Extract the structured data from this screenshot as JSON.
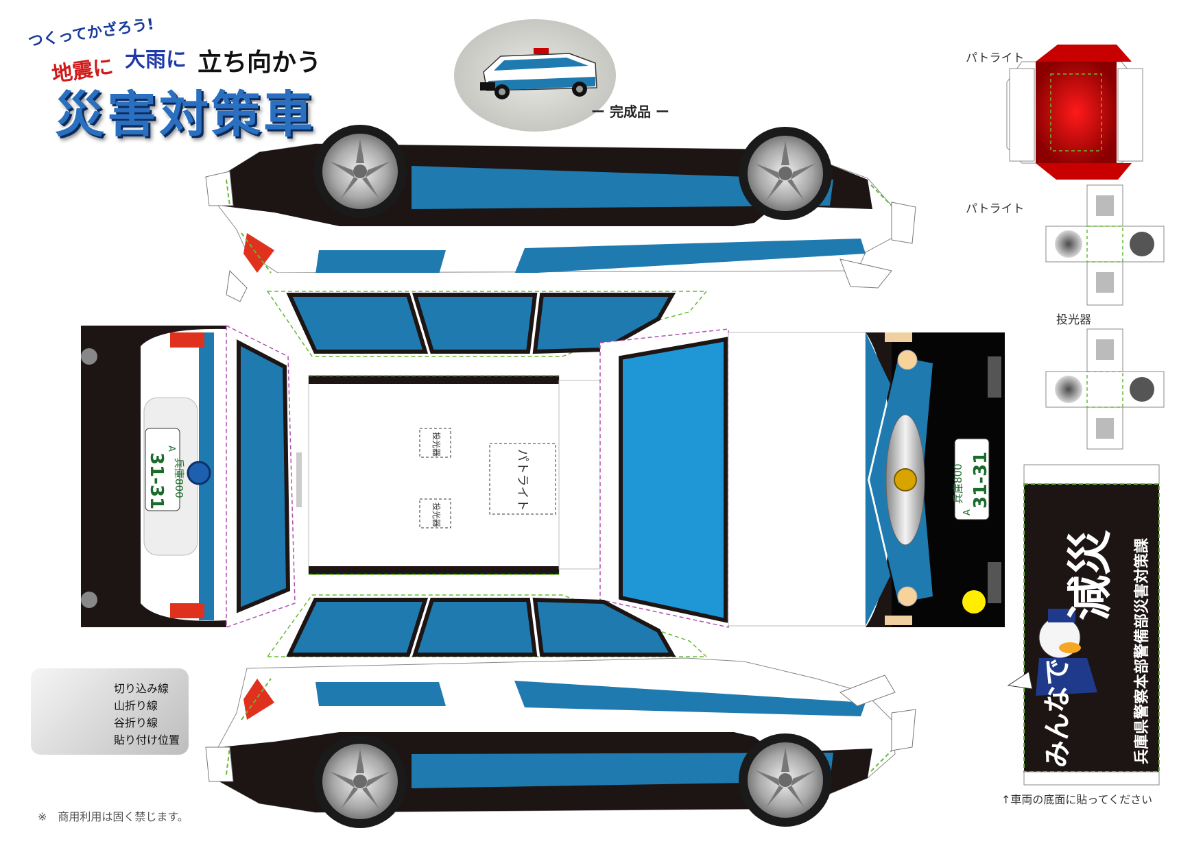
{
  "title": {
    "top_line": "つくってかざろう!",
    "badge_1": "地震に",
    "badge_2": "大雨に",
    "badge_3": "立ち向かう",
    "main": "災害対策車"
  },
  "photo_caption": "ー 完成品 ー",
  "parts": {
    "patlight_label_1": "パトライト",
    "patlight_label_2": "パトライト",
    "floodlight_label": "投光器",
    "roof_patlight_mark": "パトライト",
    "roof_floodlight_mark_1": "投光器",
    "roof_floodlight_mark_2": "投光器"
  },
  "plates": {
    "rear": {
      "pref": "兵庫800",
      "cls": "A",
      "num": "31-31"
    },
    "front": {
      "pref": "兵庫800",
      "cls": "A",
      "num": "31-31"
    }
  },
  "banner": {
    "slogan_1": "みんなで",
    "slogan_2": "減災",
    "org": "兵庫県警察本部警備部災害対策課",
    "note": "↑車両の底面に貼ってください"
  },
  "legend": [
    {
      "label": "切り込み線",
      "color": "#4fc3e8",
      "style": "solid"
    },
    {
      "label": "山折り線",
      "color": "#66bb33",
      "style": "dashed"
    },
    {
      "label": "谷折り線",
      "color": "#b04fb0",
      "style": "dashed"
    },
    {
      "label": "貼り付け位置",
      "color": "#111111",
      "style": "dashed"
    }
  ],
  "footer_note": "※　商用利用は固く禁じます。",
  "colors": {
    "body_blue": "#1f7ab0",
    "window_blue": "#1f97d6",
    "body_black": "#1d1414",
    "body_white": "#ffffff",
    "tail_red": "#e0301e",
    "fold_green": "#66bb33",
    "valley_purple": "#b04fb0",
    "light_red": "#c80000"
  }
}
